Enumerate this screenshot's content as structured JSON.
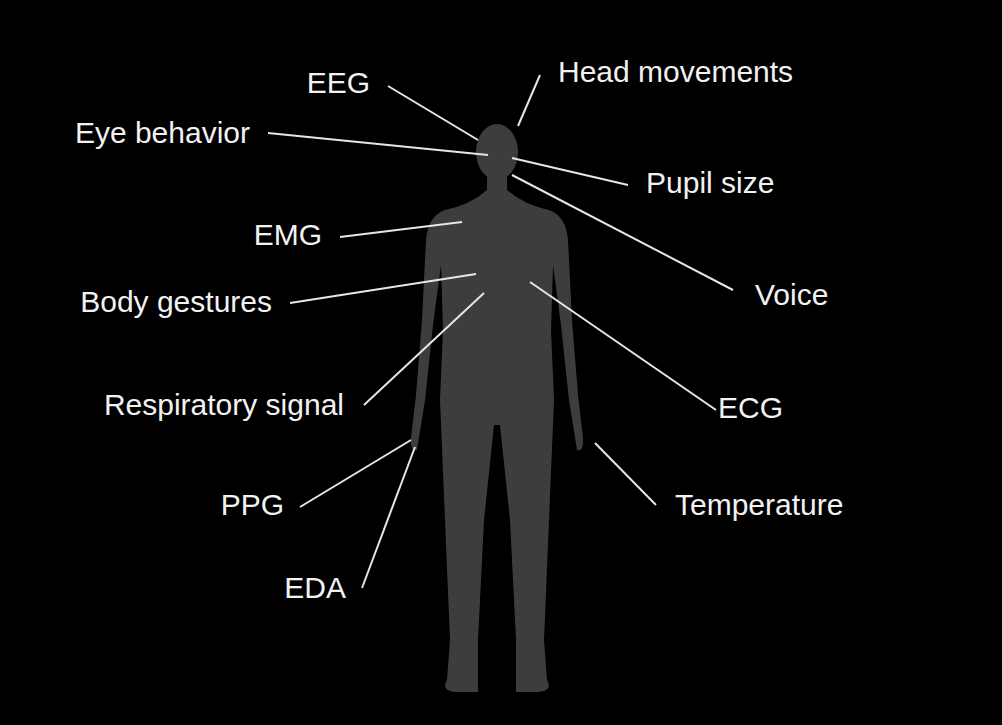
{
  "diagram": {
    "labels": [
      "EEG",
      "Head movements",
      "Eye behavior",
      "Pupil size",
      "EMG",
      "Voice",
      "Body gestures",
      "Respiratory signal",
      "ECG",
      "PPG",
      "Temperature",
      "EDA"
    ]
  }
}
